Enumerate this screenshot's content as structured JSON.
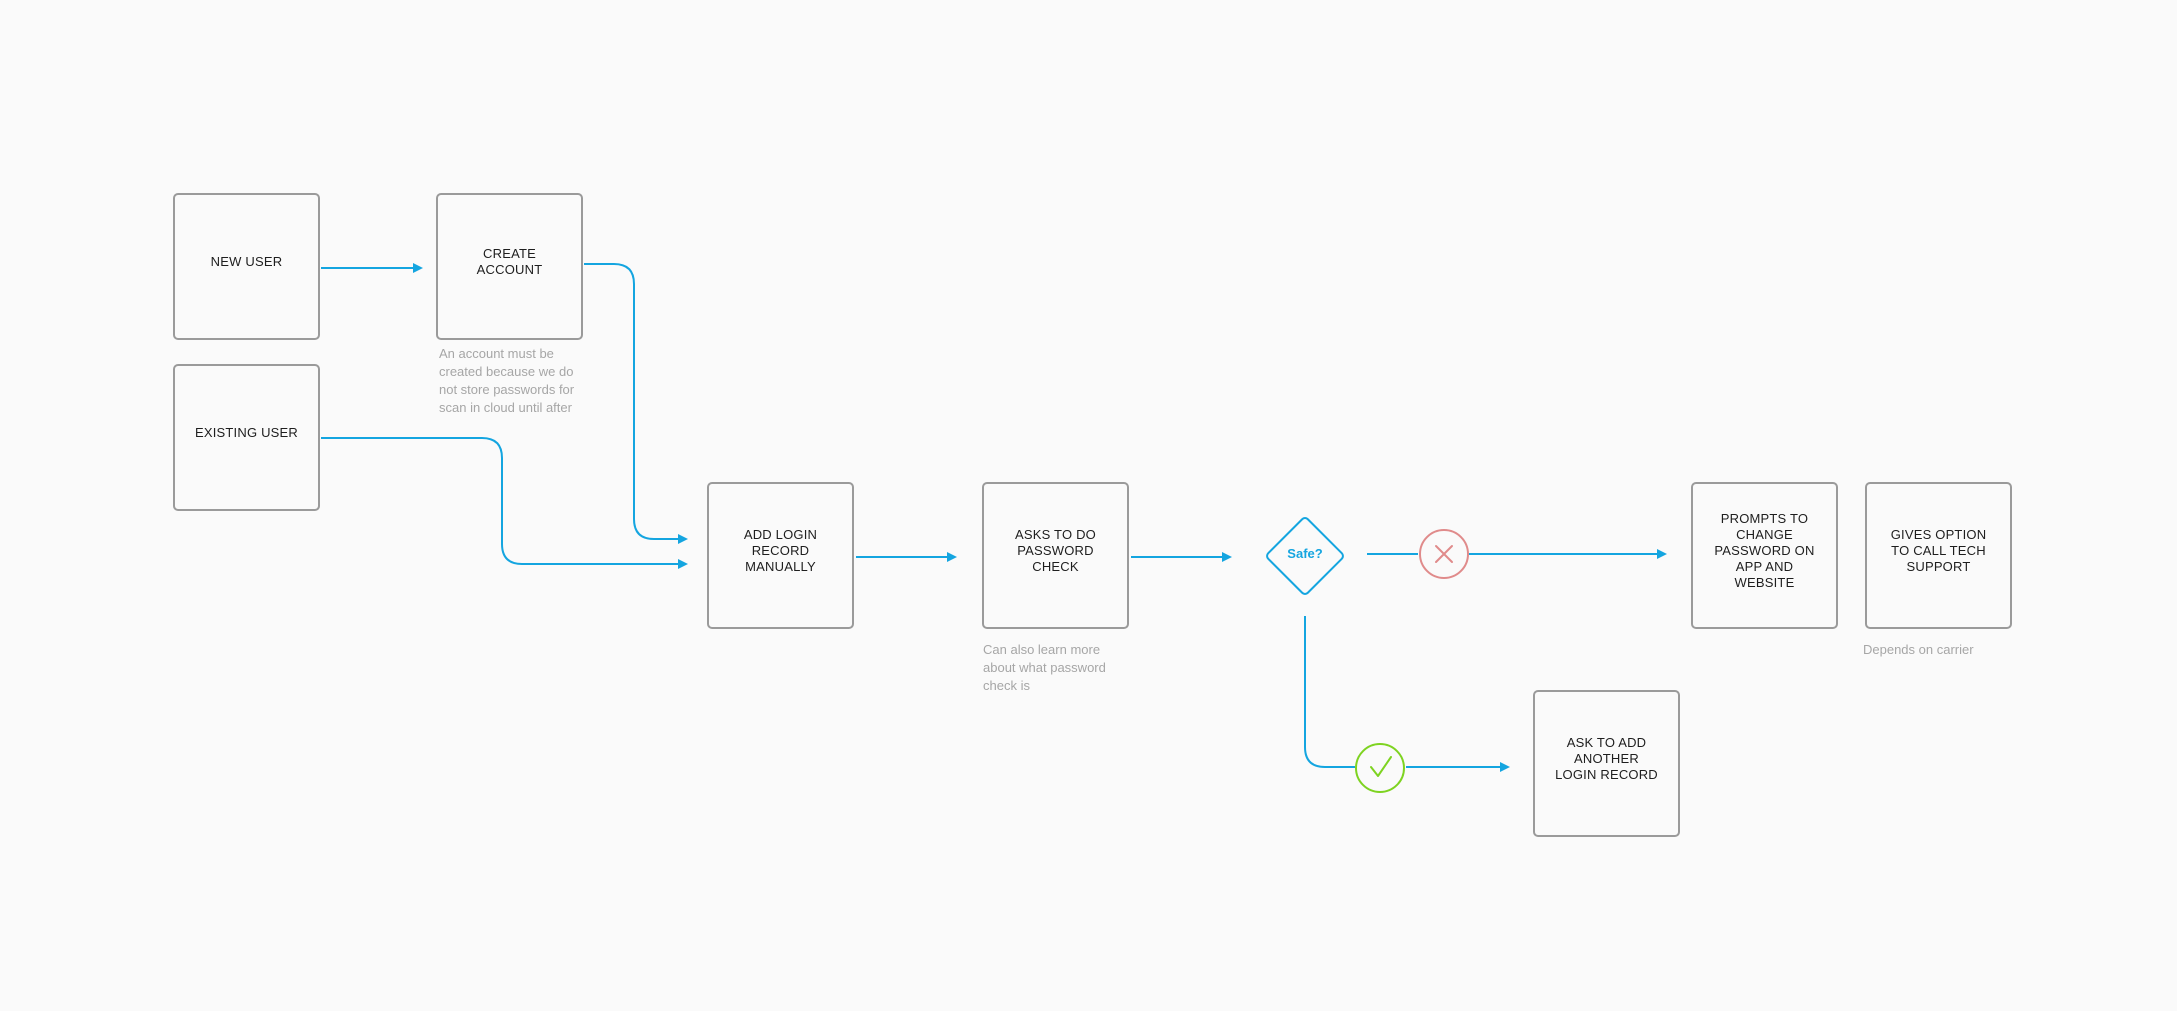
{
  "colors": {
    "arrow": "#14a5e0",
    "box_border": "#9a9a9a",
    "note_text": "#a6a6a6",
    "reject": "#e08b8b",
    "accept": "#7ed321"
  },
  "nodes": {
    "new_user": "NEW USER",
    "existing_user": "EXISTING USER",
    "create_account": "CREATE ACCOUNT",
    "add_login_record": "ADD LOGIN RECORD MANUALLY",
    "password_check": "ASKS TO DO PASSWORD CHECK",
    "decision": "Safe?",
    "change_password": "PROMPTS TO CHANGE PASSWORD ON APP AND WEBSITE",
    "call_tech_support": "GIVES OPTION TO CALL TECH SUPPORT",
    "add_another": "ASK TO ADD ANOTHER LOGIN RECORD"
  },
  "notes": {
    "create_account": "An account must be created because we do not store passwords for scan in cloud until after",
    "password_check": "Can also learn more about what password check is",
    "tech_support": "Depends on carrier"
  },
  "icons": {
    "reject": "x-circle-icon",
    "accept": "check-circle-icon"
  }
}
